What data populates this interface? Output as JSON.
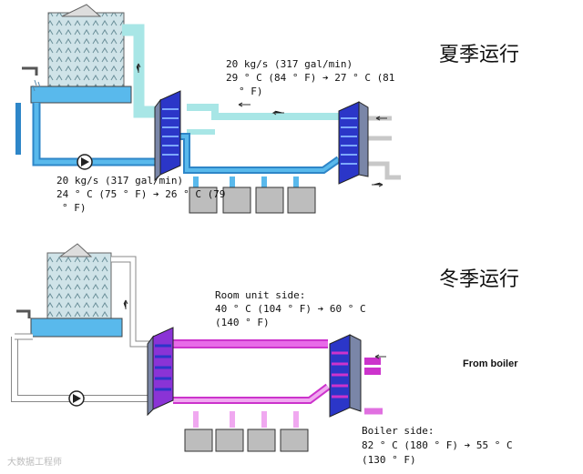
{
  "summer": {
    "title": "夏季运行",
    "top_flow": {
      "line1": "20 kg/s (317 gal/min)",
      "line2": "29 ° C (84 ° F) ➔ 27 ° C (81",
      "line3": "° F)"
    },
    "bottom_flow": {
      "line1": "20 kg/s (317 gal/min)",
      "line2": "24 ° C (75 ° F) ➔ 26 ° C (79",
      "line3": "° F)"
    }
  },
  "winter": {
    "title": "冬季运行",
    "room_side": {
      "line1": "Room unit side:",
      "line2": "40 ° C (104 ° F) ➔ 60 ° C",
      "line3": "(140 ° F)"
    },
    "from_boiler": "From boiler",
    "boiler_side": {
      "line1": "Boiler side:",
      "line2": "82 ° C (180 ° F) ➔ 55 ° C",
      "line3": "(130 ° F)"
    }
  },
  "watermark": "大数据工程师",
  "colors": {
    "cold_dark": "#2e86c8",
    "cold_light": "#a8e6e6",
    "hot": "#cc33cc",
    "hot_light": "#f0a8f0",
    "hx_blue": "#2b36c8",
    "hx_purple": "#8a33d6",
    "unit_gray": "#bdbdbd"
  }
}
